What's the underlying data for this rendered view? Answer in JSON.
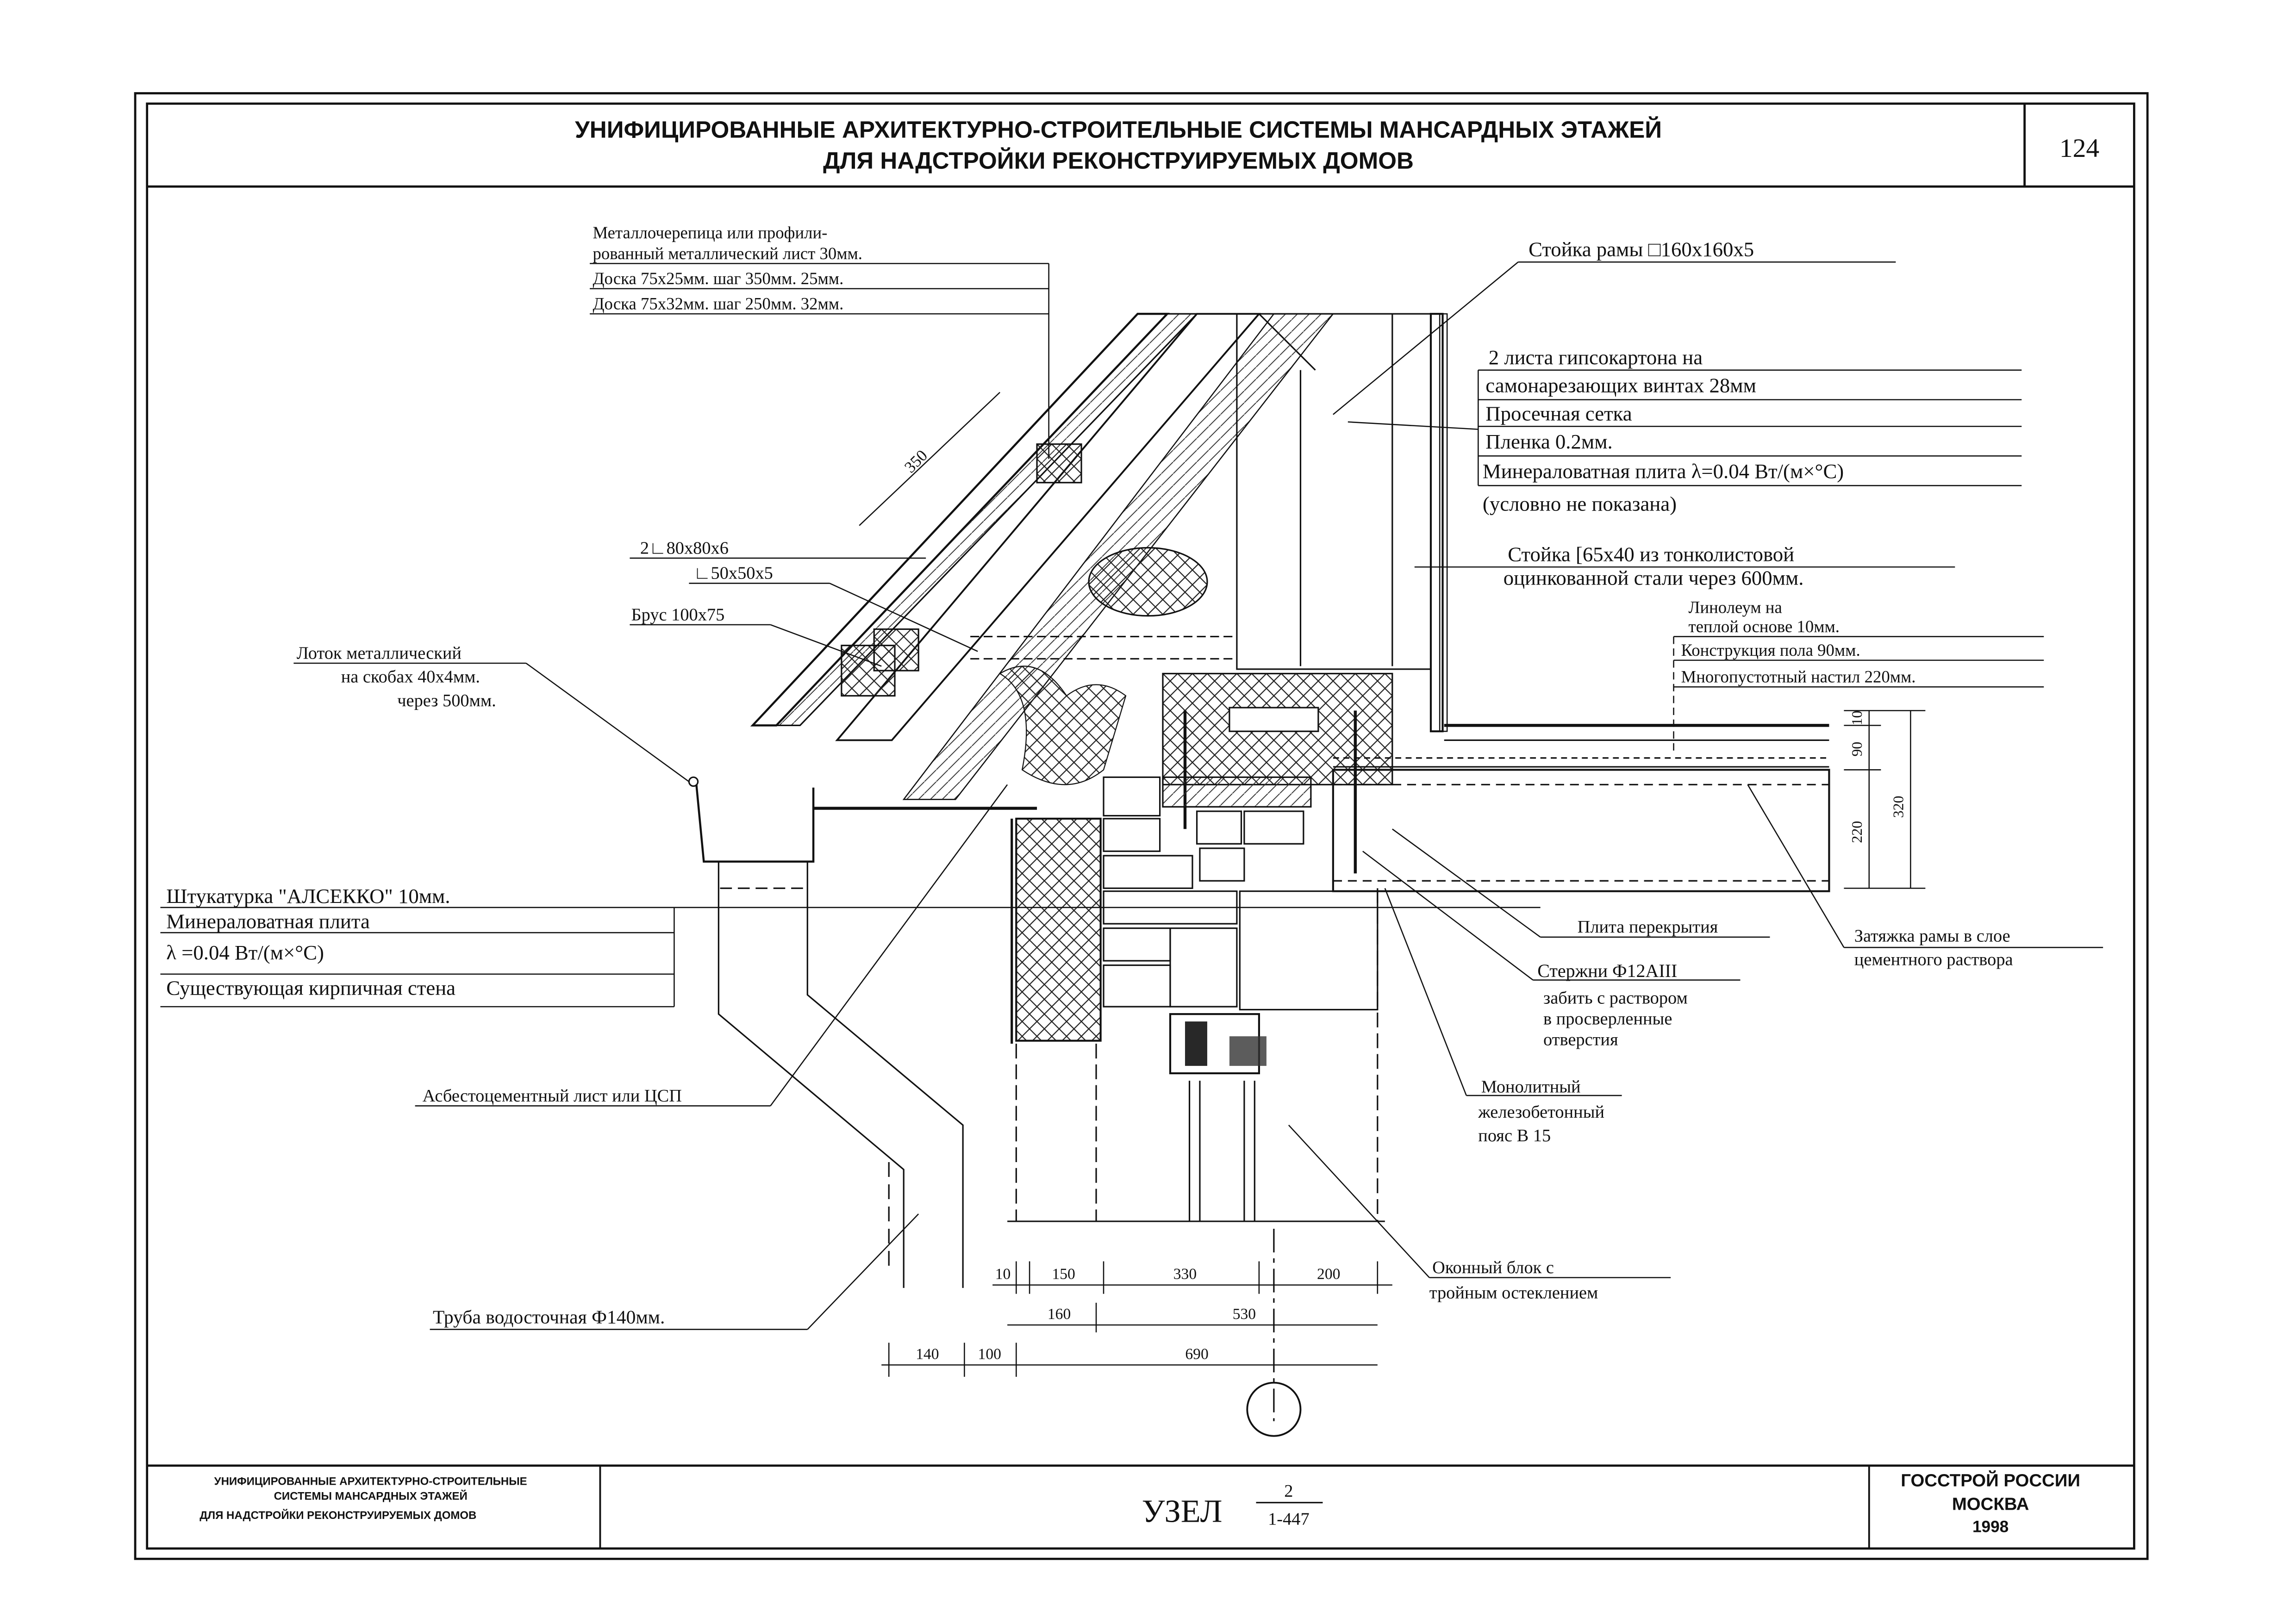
{
  "header": {
    "title_line1": "УНИФИЦИРОВАННЫЕ АРХИТЕКТУРНО-СТРОИТЕЛЬНЫЕ СИСТЕМЫ МАНСАРДНЫХ ЭТАЖЕЙ",
    "title_line2": "ДЛЯ НАДСТРОЙКИ РЕКОНСТРУИРУЕМЫХ ДОМОВ",
    "page_number": "124"
  },
  "roof_layers": {
    "line1": "Металлочерепица или профили-",
    "line2": "рованный металлический лист  30мм.",
    "line3": "Доска 75х25мм. шаг 350мм.     25мм.",
    "line4": "Доска 75х32мм. шаг 250мм.     32мм."
  },
  "labels": {
    "frame_post": "Стойка рамы □160х160х5",
    "gypsum_1": "2 листа гипсокартона на",
    "gypsum_2": "самонарезающих винтах     28мм",
    "mesh": "Просечная сетка",
    "film": "Пленка                  0.2мм.",
    "mineral_inner": "Минераловатная плита λ=0.04 Вт/(м×°С)",
    "not_shown": "(условно не показана)",
    "post_1": "Стойка [65х40 из тонколистовой",
    "post_2": "оцинкованной стали через 600мм.",
    "linoleum_1": "Линолеум на",
    "linoleum_2": "теплой основе          10мм.",
    "floor_construction": "Конструкция пола     90мм.",
    "hollow_slab": "Многопустотный настил 220мм.",
    "angle_1": "2∟80х80х6",
    "angle_2": "∟50х50х5",
    "beam": "Брус 100х75",
    "dim_350": "350",
    "gutter_1": "Лоток металлический",
    "gutter_2": "на скобах 40х4мм.",
    "gutter_3": "через 500мм.",
    "plaster": "Штукатурка \"АЛСЕККО\"      10мм.",
    "mineral_outer_1": "Минераловатная плита",
    "mineral_outer_2": "λ =0.04 Вт/(м×°С)",
    "brick_wall": "Существующая кирпичная стена",
    "floor_slab": "Плита перекрытия",
    "tie_1": "Затяжка рамы в слое",
    "tie_2": "цементного раствора",
    "rods_1": "Стержни Ф12АIII",
    "rods_2": "забить с раствором",
    "rods_3": "в просверленные",
    "rods_4": "отверстия",
    "monolith_1": "Монолитный",
    "monolith_2": "железобетонный",
    "monolith_3": "пояс В 15",
    "asbestos": "Асбестоцементный лист или ЦСП",
    "window_1": "Оконный блок с",
    "window_2": "тройным остеклением",
    "downpipe": "Труба водосточная Ф140мм."
  },
  "dimensions": {
    "row1": [
      "10",
      "150",
      "330",
      "200"
    ],
    "row2": [
      "160",
      "530"
    ],
    "row3": [
      "140",
      "100",
      "690"
    ],
    "right": [
      "10",
      "90",
      "220",
      "320"
    ]
  },
  "title_block": {
    "left_1": "УНИФИЦИРОВАННЫЕ АРХИТЕКТУРНО-СТРОИТЕЛЬНЫЕ",
    "left_2": "СИСТЕМЫ МАНСАРДНЫХ ЭТАЖЕЙ",
    "left_3": "ДЛЯ НАДСТРОЙКИ РЕКОНСТРУИРУЕМЫХ ДОМОВ",
    "node_label": "УЗЕЛ",
    "node_numerator": "2",
    "node_denominator": "1-447",
    "org_1": "ГОССТРОЙ РОССИИ",
    "org_2": "МОСКВА",
    "org_3": "1998"
  }
}
